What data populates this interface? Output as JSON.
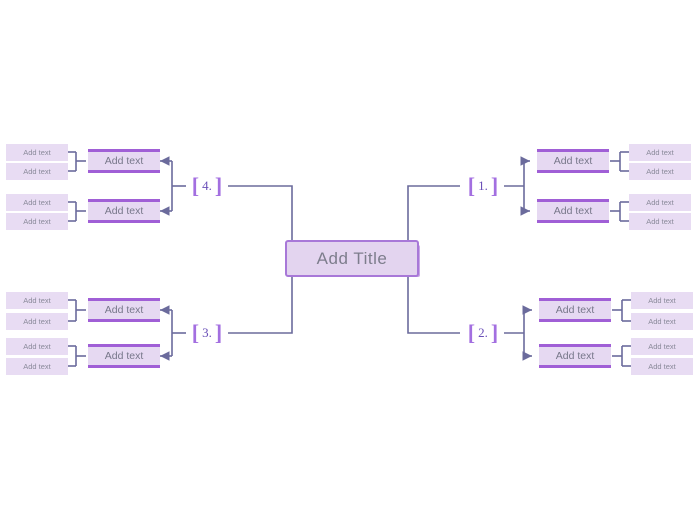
{
  "diagram": {
    "type": "mind-map",
    "title_box": {
      "label": "Add Title"
    },
    "branches": [
      {
        "id": "branch-1",
        "marker": "1.",
        "bracket_open": "[",
        "bracket_close": "]",
        "side": "right",
        "position": "top",
        "nodes": [
          {
            "label": "Add text",
            "children": [
              {
                "label": "Add text"
              },
              {
                "label": "Add text"
              }
            ]
          },
          {
            "label": "Add text",
            "children": [
              {
                "label": "Add text"
              },
              {
                "label": "Add text"
              }
            ]
          }
        ]
      },
      {
        "id": "branch-2",
        "marker": "2.",
        "bracket_open": "[",
        "bracket_close": "]",
        "side": "right",
        "position": "bottom",
        "nodes": [
          {
            "label": "Add text",
            "children": [
              {
                "label": "Add text"
              },
              {
                "label": "Add text"
              }
            ]
          },
          {
            "label": "Add text",
            "children": [
              {
                "label": "Add text"
              },
              {
                "label": "Add text"
              }
            ]
          }
        ]
      },
      {
        "id": "branch-3",
        "marker": "3.",
        "bracket_open": "[",
        "bracket_close": "]",
        "side": "left",
        "position": "bottom",
        "nodes": [
          {
            "label": "Add text",
            "children": [
              {
                "label": "Add text"
              },
              {
                "label": "Add text"
              }
            ]
          },
          {
            "label": "Add text",
            "children": [
              {
                "label": "Add text"
              },
              {
                "label": "Add text"
              }
            ]
          }
        ]
      },
      {
        "id": "branch-4",
        "marker": "4.",
        "bracket_open": "[",
        "bracket_close": "]",
        "side": "left",
        "position": "top",
        "nodes": [
          {
            "label": "Add text",
            "children": [
              {
                "label": "Add text"
              },
              {
                "label": "Add text"
              }
            ]
          },
          {
            "label": "Add text",
            "children": [
              {
                "label": "Add text"
              },
              {
                "label": "Add text"
              }
            ]
          }
        ]
      }
    ],
    "colors": {
      "canvas": "#ffffff",
      "node_fill": "#e6d9f2",
      "node_accent": "#a05fd6",
      "leaf_fill": "#e8dcf3",
      "title_fill": "#e3d4ef",
      "title_border": "#a878d8",
      "title_shadow": "#c9a8e6",
      "connector": "#6b6b9c",
      "marker_bracket": "#a36fe0",
      "marker_number": "#6a4fb8",
      "text": "#77778a"
    }
  }
}
